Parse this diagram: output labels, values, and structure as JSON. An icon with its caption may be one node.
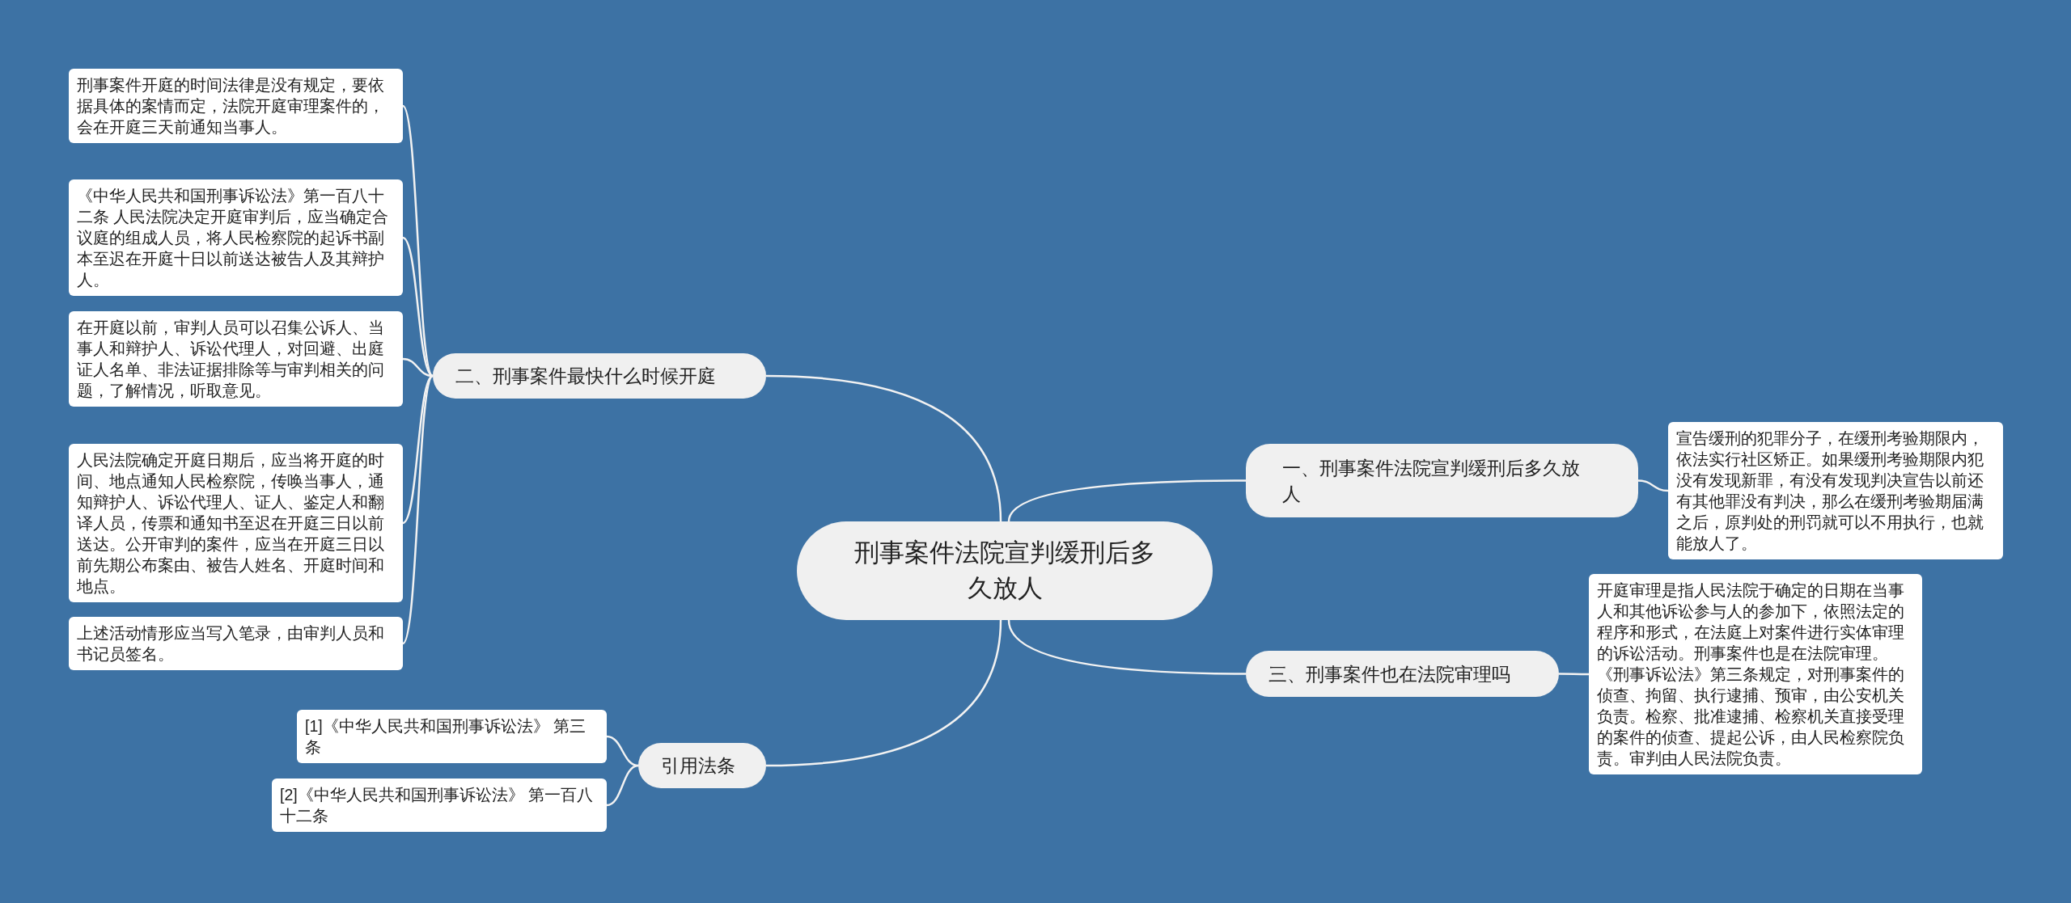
{
  "diagram": {
    "nodes": [
      {
        "text": [
          "刑事案件法院宣判缓刑后多久放人"
        ]
      },
      {
        "text": [
          "二、刑事案件最快什么时候开庭"
        ]
      },
      {
        "text": [
          "刑事案件开庭的时间法律是没有规定，要依据具体的案情而定，法院开庭审理案件的，会在开庭三天前通知当事人。"
        ]
      },
      {
        "text": [
          "《中华人民共和国刑事诉讼法》第一百八十二条 人民法院决定开庭审判后，应当确定合议庭的组成人员，将人民检察院的起诉书副本至迟在开庭十日以前送达被告人及其辩护人。"
        ]
      },
      {
        "text": [
          "在开庭以前，审判人员可以召集公诉人、当事人和辩护人、诉讼代理人，对回避、出庭证人名单、非法证据排除等与审判相关的问题，了解情况，听取意见。"
        ]
      },
      {
        "text": [
          "人民法院确定开庭日期后，应当将开庭的时间、地点通知人民检察院，传唤当事人，通知辩护人、诉讼代理人、证人、鉴定人和翻译人员，传票和通知书至迟在开庭三日以前送达。公开审判的案件，应当在开庭三日以前先期公布案由、被告人姓名、开庭时间和地点。"
        ]
      },
      {
        "text": [
          "上述活动情形应当写入笔录，由审判人员和书记员签名。"
        ]
      },
      {
        "text": [
          "引用法条"
        ]
      },
      {
        "text": [
          "[1]《中华人民共和国刑事诉讼法》 第三条"
        ]
      },
      {
        "text": [
          "[2]《中华人民共和国刑事诉讼法》 第一百八十二条"
        ]
      },
      {
        "text": [
          "一、刑事案件法院宣判缓刑后多久放人"
        ]
      },
      {
        "text": [
          "宣告缓刑的犯罪分子，在缓刑考验期限内，依法实行社区矫正。如果缓刑考验期限内犯没有发现新罪，有没有发现判决宣告以前还有其他罪没有判决，那么在缓刑考验期届满之后，原判处的刑罚就可以不用执行，也就能放人了。"
        ]
      },
      {
        "text": [
          "三、刑事案件也在法院审理吗"
        ]
      },
      {
        "text": [
          "开庭审理是指人民法院于确定的日期在当事人和其他诉讼参与人的参加下，依照法定的程序和形式，在法庭上对案件进行实体审理的诉讼活动。刑事案件也是在法院审理。《刑事诉讼法》第三条规定，对刑事案件的侦查、拘留、执行逮捕、预审，由公安机关负责。检察、批准逮捕、检察机关直接受理的案件的侦查、提起公诉，由人民检察院负责。审判由人民法院负责。"
        ]
      }
    ],
    "edges": [
      {
        "from": 0,
        "to": 1,
        "arrow": "none"
      },
      {
        "from": 1,
        "to": 2,
        "arrow": "none"
      },
      {
        "from": 1,
        "to": 3,
        "arrow": "none"
      },
      {
        "from": 1,
        "to": 4,
        "arrow": "none"
      },
      {
        "from": 1,
        "to": 5,
        "arrow": "none"
      },
      {
        "from": 1,
        "to": 6,
        "arrow": "none"
      },
      {
        "from": 0,
        "to": 7,
        "arrow": "none"
      },
      {
        "from": 7,
        "to": 8,
        "arrow": "none"
      },
      {
        "from": 7,
        "to": 9,
        "arrow": "none"
      },
      {
        "from": 0,
        "to": 10,
        "arrow": "none"
      },
      {
        "from": 10,
        "to": 11,
        "arrow": "none"
      },
      {
        "from": 0,
        "to": 12,
        "arrow": "none"
      },
      {
        "from": 12,
        "to": 13,
        "arrow": "none"
      }
    ]
  }
}
